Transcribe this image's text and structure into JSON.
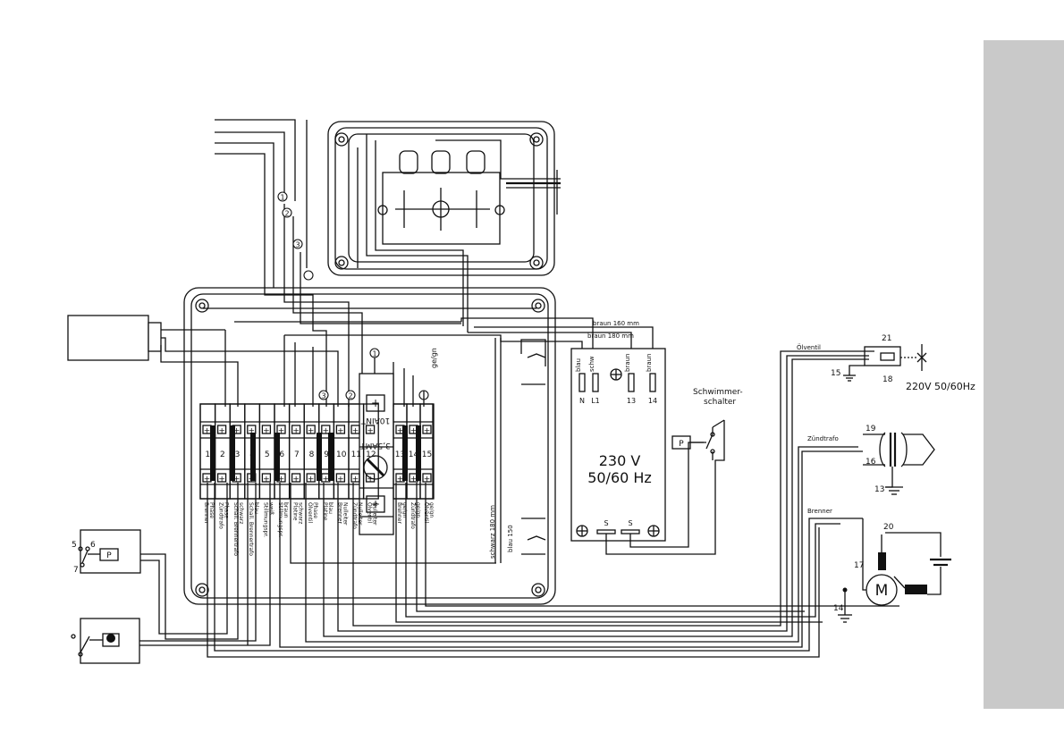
{
  "terminal_block": {
    "numbers": [
      "1",
      "2",
      "3",
      "4",
      "5",
      "6",
      "7",
      "8",
      "9",
      "10",
      "11",
      "12",
      "13",
      "14",
      "15"
    ],
    "labels": [
      [
        "Brenner",
        "Phase"
      ],
      [
        "Zündtrafo",
        "Phase"
      ],
      [
        "Schall. Brennertrafo",
        "schwarz"
      ],
      [
        "Schall. Brennertrafo",
        "blau"
      ],
      [
        "Stillmungspr.",
        "weiß"
      ],
      [
        "Stillmungspr.",
        "braun"
      ],
      [
        "Platine",
        "schwarz"
      ],
      [
        "Ölventil",
        "Phase"
      ],
      [
        "Platine",
        "blau"
      ],
      [
        "Brenner",
        "Nulleiter"
      ],
      [
        "Zündtrafo",
        "Nulleiter"
      ],
      [
        "Ölventil",
        "Nulleiter"
      ],
      [
        "Brenner",
        "ge/gn"
      ],
      [
        "Zündtrafo",
        "ge/gn"
      ],
      [
        "Ölventil",
        "ge/gn"
      ]
    ],
    "fuse_label_top": "10AINT",
    "fuse_label_mid": "3,5AMT"
  },
  "wire_markers": [
    "1",
    "2",
    "3"
  ],
  "labels": {
    "gegn": "ge/gn",
    "schwarz_180": "schwarz 180 mm",
    "blau_150": "blau 150",
    "braun_160": "braun 160 mm",
    "braun_180": "braun 180 mm",
    "schwimmer": "Schwimmer-",
    "schalter": "schalter",
    "oelventil": "Ölventil",
    "zuendtrafo": "Zündtrafo",
    "brenner": "Brenner",
    "voltage": "220V 50/60Hz"
  },
  "pcb": {
    "pins": [
      "blau",
      "schw",
      "braun",
      "braun"
    ],
    "pin_names": [
      "N",
      "L1",
      "13",
      "14"
    ],
    "voltage_line1": "230 V",
    "voltage_line2": "50/60 Hz",
    "s1": "S",
    "s2": "S"
  },
  "pressure_switch": {
    "n5": "5",
    "n6": "6",
    "n7": "7",
    "p": "P"
  },
  "float_switch": {
    "p": "P"
  },
  "valve": {
    "n21": "21",
    "n15": "15",
    "n18": "18"
  },
  "transformer": {
    "n19": "19",
    "n16": "16",
    "n13": "13"
  },
  "motor": {
    "n20": "20",
    "n17": "17",
    "n14": "14",
    "m": "M"
  }
}
